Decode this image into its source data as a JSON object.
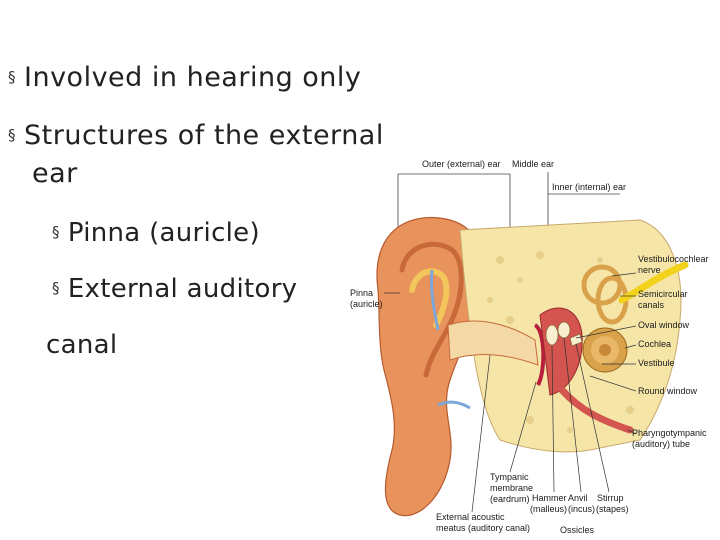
{
  "bullets": [
    {
      "text": "Involved in hearing only"
    },
    {
      "text": "Structures of the external",
      "continuation": "ear"
    },
    {
      "text": "Pinna (auricle)"
    },
    {
      "text": "External auditory",
      "continuation": "canal"
    }
  ],
  "figure": {
    "labels": {
      "outer_ear": "Outer (external) ear",
      "middle_ear": "Middle ear",
      "inner_ear": "Inner (internal) ear",
      "pinna_1": "Pinna",
      "pinna_2": "(auricle)",
      "vestibulocochlear_1": "Vestibulocochlear",
      "vestibulocochlear_2": "nerve",
      "semicircular_1": "Semicircular",
      "semicircular_2": "canals",
      "oval_window": "Oval window",
      "cochlea": "Cochlea",
      "vestibule": "Vestibule",
      "round_window": "Round window",
      "pharyngotympanic_1": "Pharyngotympanic",
      "pharyngotympanic_2": "(auditory) tube",
      "tympanic_1": "Tympanic",
      "tympanic_2": "membrane",
      "tympanic_3": "(eardrum)",
      "hammer_1": "Hammer",
      "hammer_2": "(malleus)",
      "anvil_1": "Anvil",
      "anvil_2": "(incus)",
      "stirrup_1": "Stirrup",
      "stirrup_2": "(stapes)",
      "ext_acoustic_1": "External acoustic",
      "ext_acoustic_2": "meatus (auditory canal)",
      "ossicles": "Ossicles"
    }
  },
  "colors": {
    "skin": "#e8925c",
    "skin_dark": "#c8693a",
    "cartilage": "#f2c65a",
    "bone": "#f5e6a8",
    "canal": "#f4d9a6",
    "membrane": "#b81f3c",
    "cochlea": "#d9a24a",
    "nerve": "#f2d21a",
    "vessel": "#7da7d9"
  }
}
